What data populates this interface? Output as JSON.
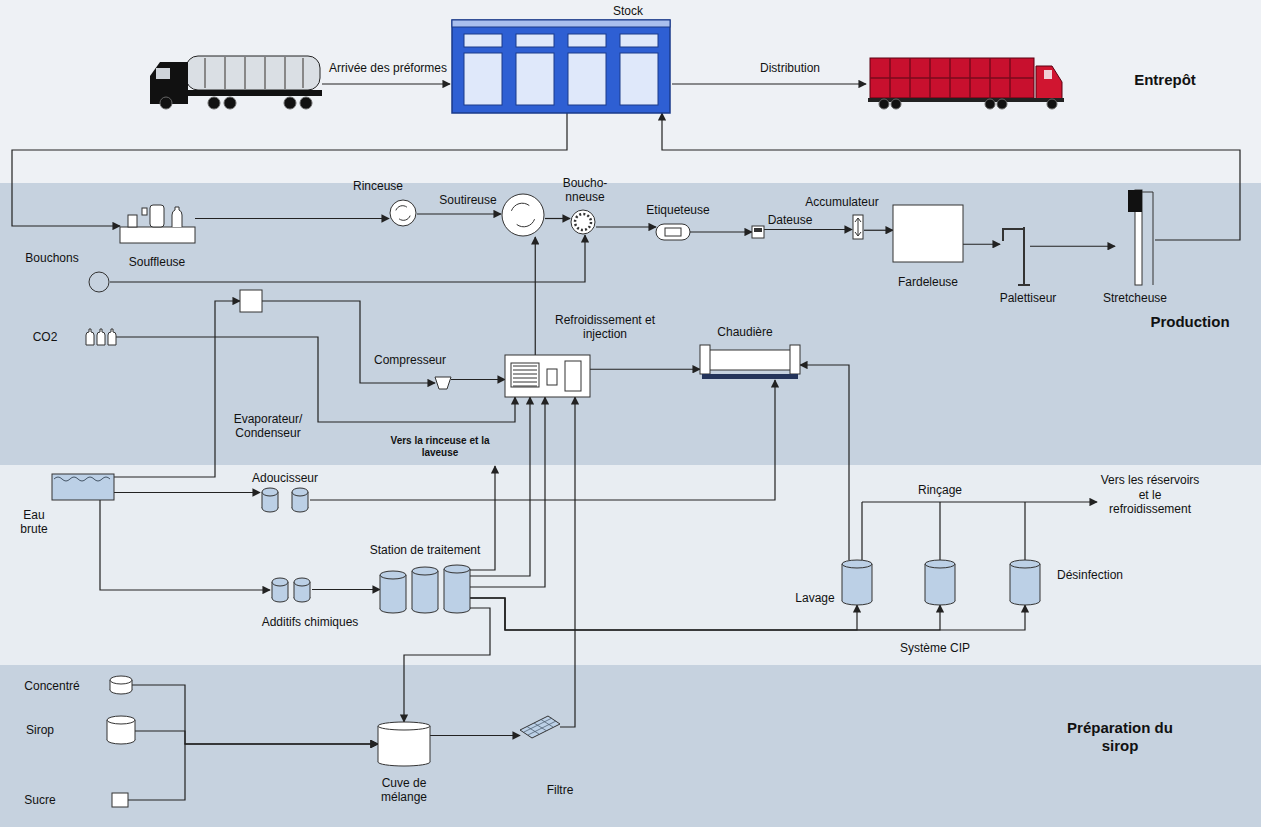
{
  "diagram": {
    "nodes": [
      {
        "text": [
          "Entrepôt"
        ]
      },
      {
        "text": [
          "Stock"
        ],
        "in": 0
      },
      {
        "text": [
          "Production"
        ]
      },
      {
        "text": [
          "Souffleuse"
        ],
        "in": 2
      },
      {
        "text": [
          "Rinceuse"
        ],
        "in": 2
      },
      {
        "text": [
          "Soutireuse"
        ],
        "in": 2
      },
      {
        "text": [
          "Boucho- nneuse"
        ],
        "in": 2
      },
      {
        "text": [
          "Etiqueteuse"
        ],
        "in": 2
      },
      {
        "text": [
          "Dateuse"
        ],
        "in": 2
      },
      {
        "text": [
          "Accumulateur"
        ],
        "in": 2
      },
      {
        "text": [
          "Fardeleuse"
        ],
        "in": 2
      },
      {
        "text": [
          "Palettiseur"
        ],
        "in": 2
      },
      {
        "text": [
          "Stretcheuse"
        ],
        "in": 2
      },
      {
        "text": [
          "Bouchons"
        ],
        "in": 2
      },
      {
        "text": [
          "CO2"
        ],
        "in": 2
      },
      {
        "text": [
          "Compresseur"
        ],
        "in": 2
      },
      {
        "text": [
          "Refroidissement et injection"
        ],
        "in": 2
      },
      {
        "text": [
          "Chaudière"
        ],
        "in": 2
      },
      {
        "text": [
          "Evaporateur/ Condenseur"
        ],
        "in": 2
      },
      {
        "text": [
          "Eau brute"
        ]
      },
      {
        "text": [
          "Adoucisseur"
        ]
      },
      {
        "text": [
          "Station de traitement"
        ]
      },
      {
        "text": [
          "Additifs chimiques"
        ]
      },
      {
        "text": [
          "Lavage"
        ]
      },
      {
        "text": [
          "Rinçage"
        ]
      },
      {
        "text": [
          "Désinfection"
        ]
      },
      {
        "text": [
          "Préparation du sirop"
        ]
      },
      {
        "text": [
          "Concentré"
        ],
        "in": 26
      },
      {
        "text": [
          "Sirop"
        ],
        "in": 26
      },
      {
        "text": [
          "Sucre"
        ],
        "in": 26
      },
      {
        "text": [
          "Cuve de mélange"
        ],
        "in": 26
      },
      {
        "text": [
          "Filtre"
        ],
        "in": 26
      }
    ],
    "edges": [
      {
        "from": 1,
        "to": 3,
        "arrow": "to"
      },
      {
        "from": 12,
        "to": 1,
        "arrow": "to"
      },
      {
        "from": 3,
        "to": 4,
        "arrow": "to"
      },
      {
        "from": 4,
        "to": 5,
        "arrow": "to"
      },
      {
        "from": 5,
        "to": 6,
        "arrow": "to"
      },
      {
        "from": 6,
        "to": 7,
        "arrow": "to"
      },
      {
        "from": 7,
        "to": 8,
        "arrow": "to"
      },
      {
        "from": 8,
        "to": 9,
        "arrow": "to"
      },
      {
        "from": 9,
        "to": 10,
        "arrow": "to"
      },
      {
        "from": 10,
        "to": 11,
        "arrow": "to"
      },
      {
        "from": 11,
        "to": 12,
        "arrow": "to"
      },
      {
        "from": 13,
        "to": 6,
        "arrow": "to"
      },
      {
        "from": 16,
        "to": 5,
        "arrow": "to"
      },
      {
        "from": 16,
        "to": 17,
        "arrow": "to"
      },
      {
        "from": 14,
        "to": 16,
        "arrow": "to"
      },
      {
        "from": 19,
        "to": 18,
        "arrow": "to"
      },
      {
        "from": 18,
        "to": 15,
        "arrow": "to"
      },
      {
        "from": 15,
        "to": 16,
        "arrow": "to"
      },
      {
        "from": 19,
        "to": 20,
        "arrow": "to"
      },
      {
        "from": 20,
        "to": 17,
        "arrow": "to"
      },
      {
        "from": 19,
        "to": 22,
        "arrow": "to"
      },
      {
        "from": 22,
        "to": 21,
        "arrow": "to"
      },
      {
        "from": 21,
        "to": 16,
        "arrow": "to"
      },
      {
        "from": 21,
        "to": 16,
        "arrow": "to"
      },
      {
        "from": 21,
        "to": 23,
        "arrow": "to"
      },
      {
        "from": 21,
        "to": 24,
        "arrow": "to"
      },
      {
        "from": 21,
        "to": 25,
        "arrow": "to"
      },
      {
        "from": 21,
        "to": 30,
        "arrow": "to"
      },
      {
        "from": 23,
        "to": 17,
        "arrow": "to"
      },
      {
        "from": 27,
        "to": 30,
        "arrow": "to"
      },
      {
        "from": 28,
        "to": 30,
        "arrow": "to"
      },
      {
        "from": 29,
        "to": 30,
        "arrow": "to"
      },
      {
        "from": 30,
        "to": 31,
        "arrow": "to"
      },
      {
        "from": 31,
        "to": 16,
        "arrow": "to"
      }
    ],
    "labels": [
      "Arrivée des préformes",
      "Distribution",
      "Vers la rinceuse et la laveuse",
      "Système CIP",
      "Vers les réservoirs et le refroidissement"
    ]
  }
}
